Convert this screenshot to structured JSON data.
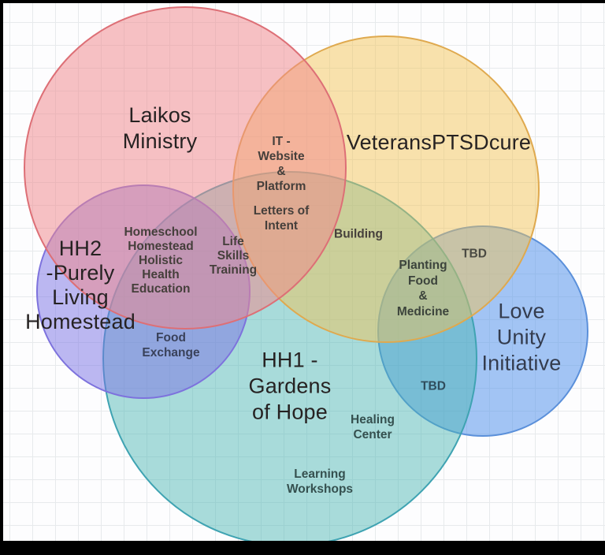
{
  "canvas": {
    "background_color": "#fdfdfe",
    "grid_color": "#e7eaec",
    "letterbox_color": "#000000"
  },
  "circles": {
    "laikos": {
      "label": "Laikos\nMinistry",
      "fill": "rgba(240,136,140,0.52)",
      "stroke": "#dd6f76"
    },
    "veterans": {
      "label": "VeteransPTSDcure",
      "fill": "rgba(243,195,84,0.48)",
      "stroke": "#dfa94e"
    },
    "hh2": {
      "label": "HH2\n-Purely\nLiving\nHomestead",
      "fill": "rgba(122,113,228,0.50)",
      "stroke": "#7d72dd"
    },
    "hh1": {
      "label": "HH1 -\nGardens\nof Hope",
      "fill": "rgba(72,180,178,0.47)",
      "stroke": "#3fa3b2"
    },
    "love": {
      "label": "Love\nUnity\nInitiative",
      "fill": "rgba(87,149,235,0.55)",
      "stroke": "#5b90da"
    }
  },
  "overlap_labels": {
    "it_platform": "IT -\nWebsite\n&\nPlatform",
    "letters_of_intent": "Letters of\nIntent",
    "homeschool": "Homeschool\nHomestead\nHolistic\nHealth\nEducation",
    "life_skills": "Life\nSkills\nTraining",
    "building": "Building",
    "tbd_top": "TBD",
    "planting": "Planting\nFood\n&\nMedicine",
    "food_exchange": "Food\nExchange",
    "tbd_bottom": "TBD",
    "healing_center": "Healing\nCenter",
    "learning_workshops": "Learning\nWorkshops"
  }
}
